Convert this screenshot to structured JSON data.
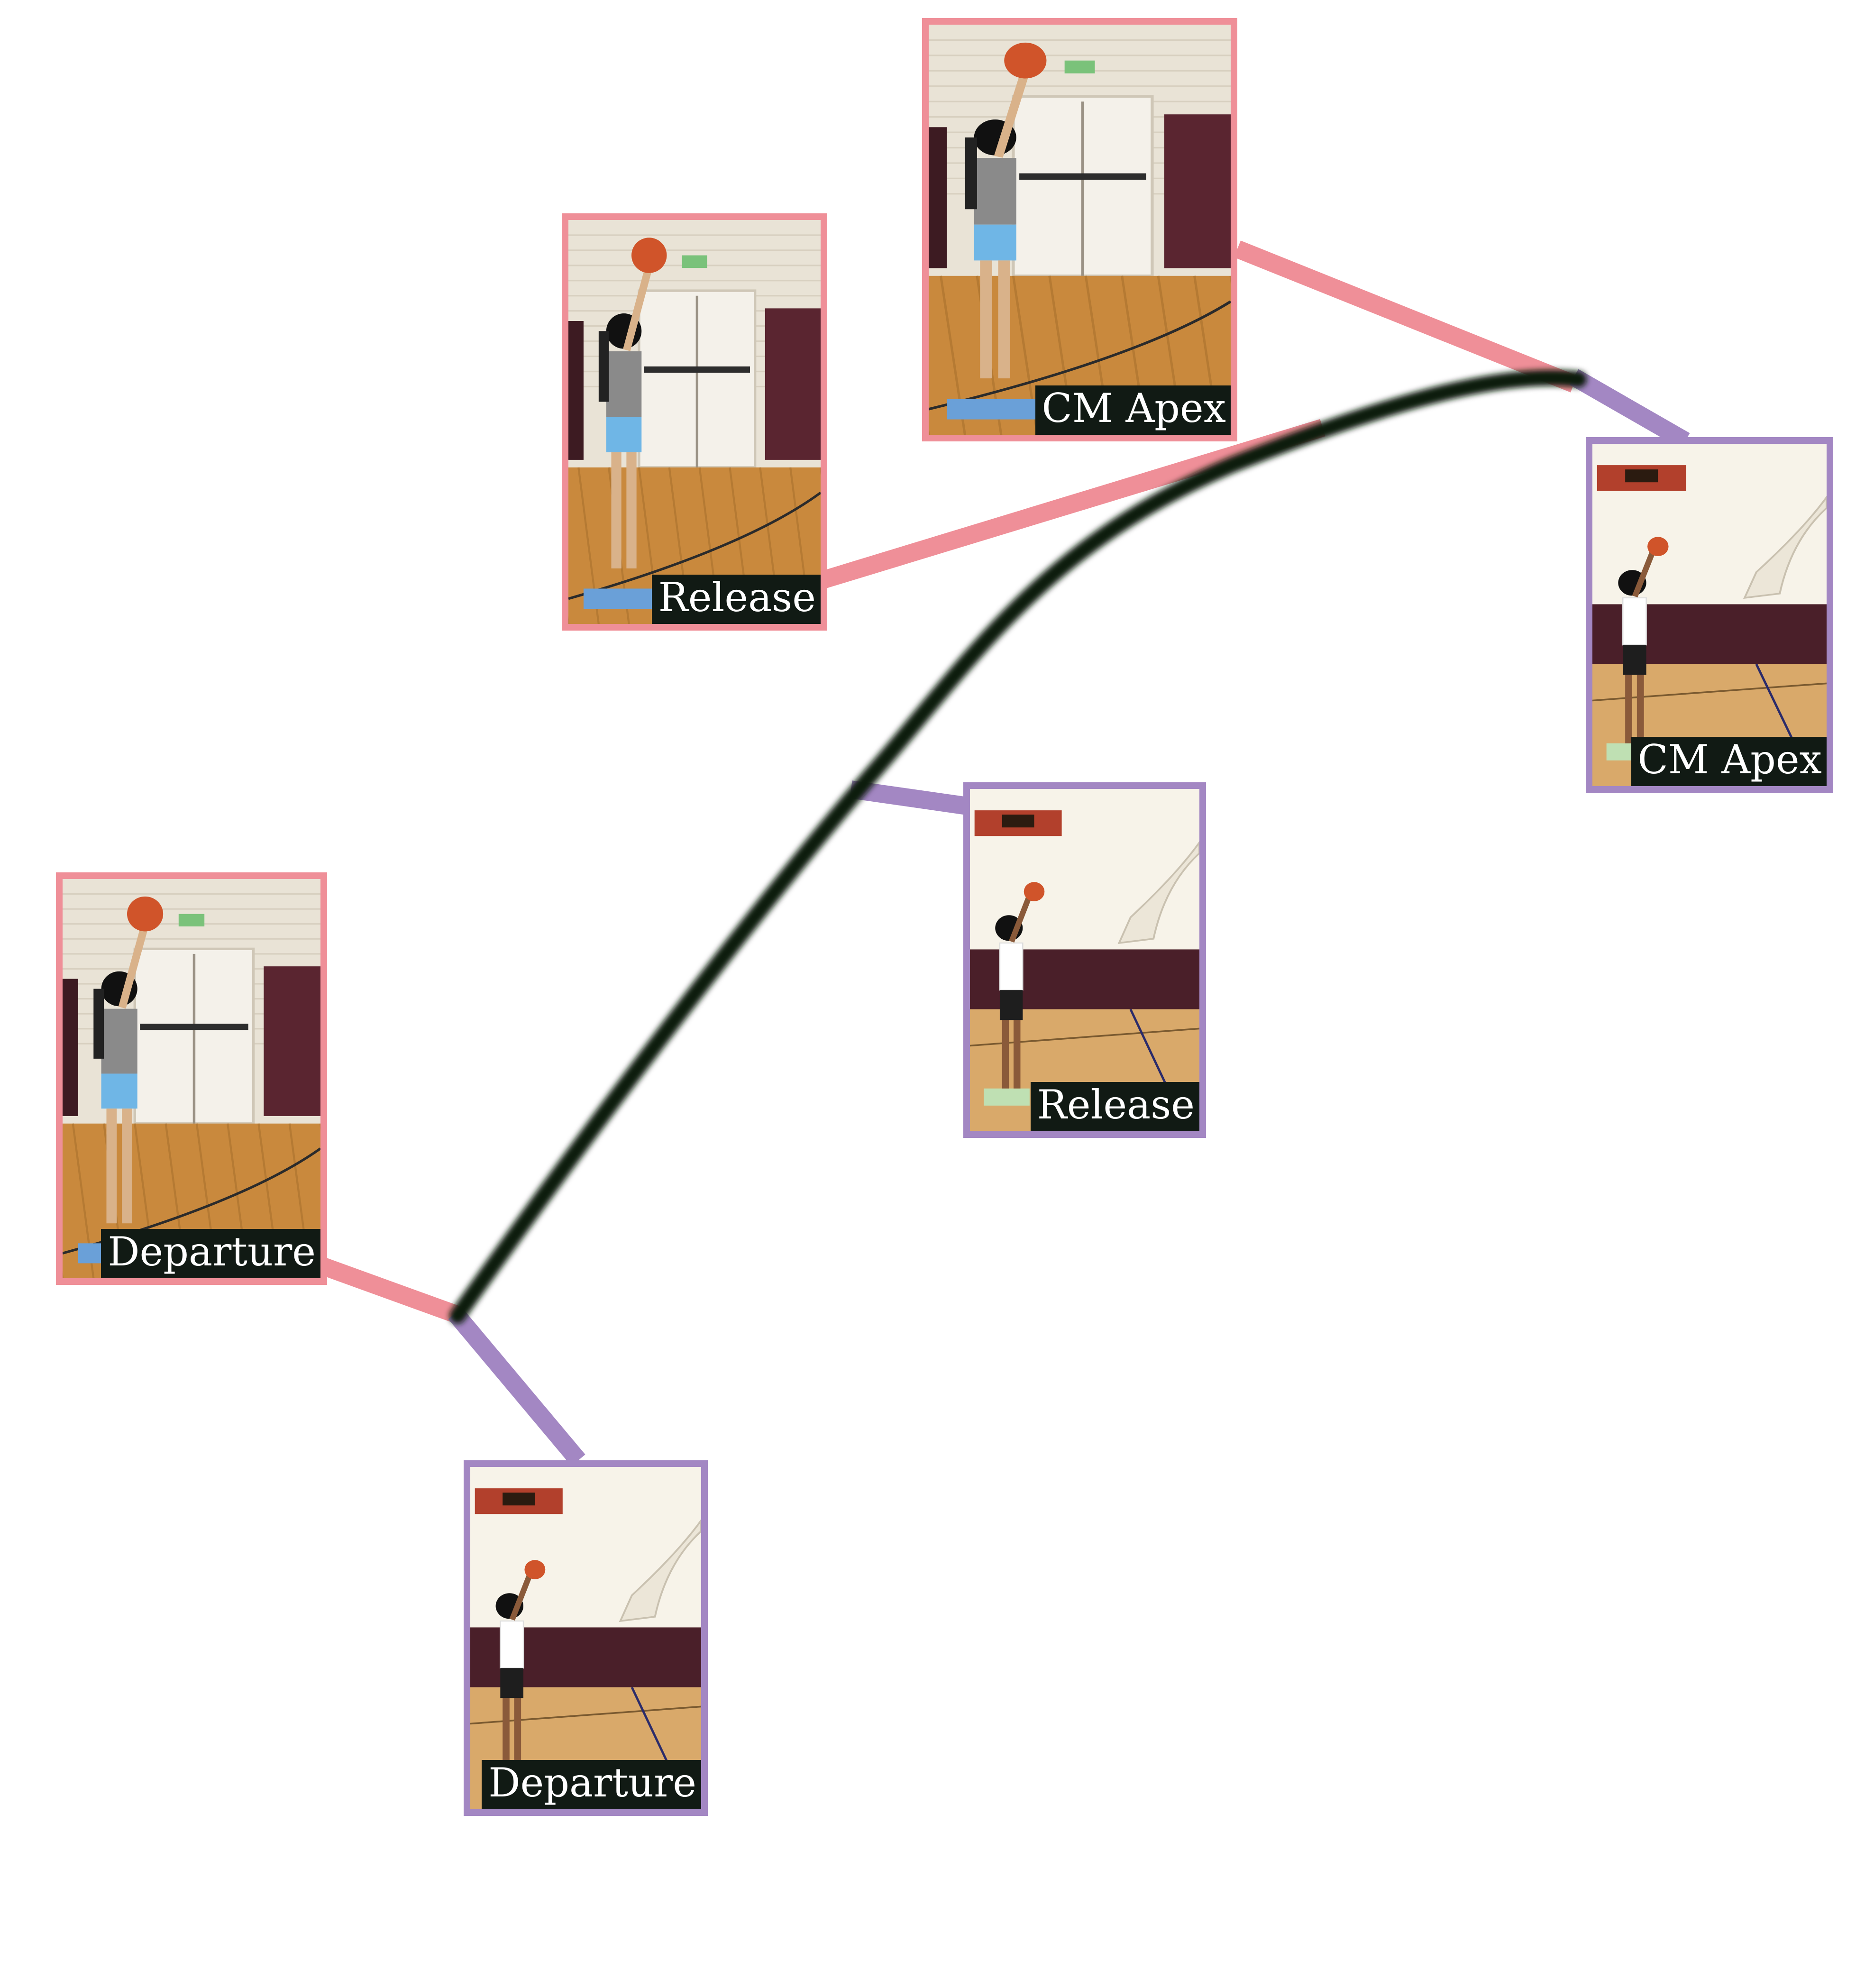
{
  "colors": {
    "series_a": "#ef8f98",
    "series_b": "#a387c3",
    "trajectory": "#0d1a0d",
    "label_bg": "#111a14",
    "label_text": "#ffffff"
  },
  "frames": [
    {
      "id": "a-release",
      "series": "a",
      "label": "Release",
      "scene": "gym-doors"
    },
    {
      "id": "a-apex",
      "series": "a",
      "label": "CM Apex",
      "scene": "gym-doors"
    },
    {
      "id": "a-departure",
      "series": "a",
      "label": "Departure",
      "scene": "gym-doors"
    },
    {
      "id": "b-apex",
      "series": "b",
      "label": "CM Apex",
      "scene": "gym-scoreboard"
    },
    {
      "id": "b-release",
      "series": "b",
      "label": "Release",
      "scene": "gym-scoreboard"
    },
    {
      "id": "b-departure",
      "series": "b",
      "label": "Departure",
      "scene": "gym-scoreboard"
    }
  ]
}
